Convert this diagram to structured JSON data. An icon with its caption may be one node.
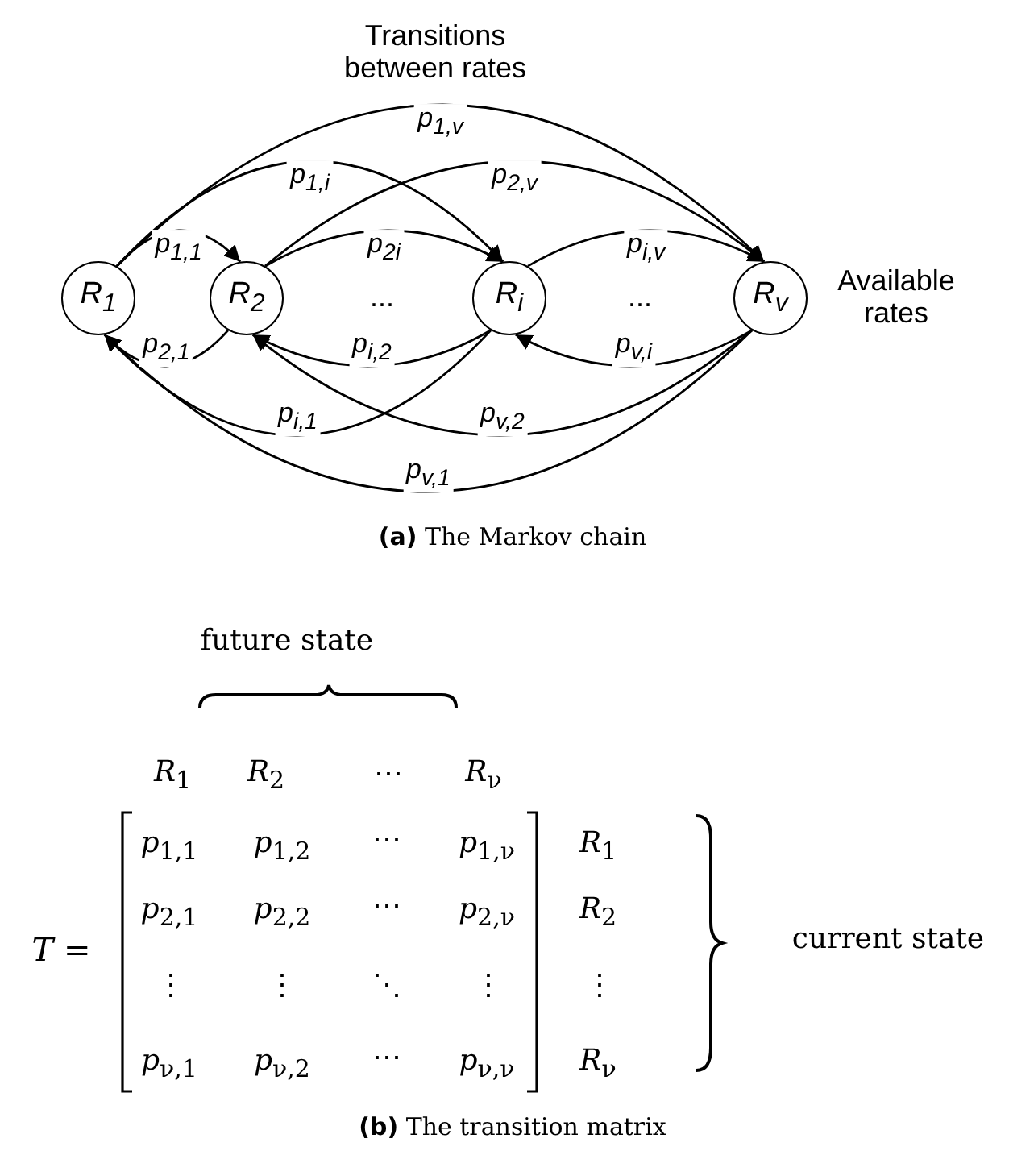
{
  "diagram": {
    "nodes": [
      {
        "text": [
          "R$_{1}$"
        ]
      },
      {
        "text": [
          "R$_{2}$"
        ]
      },
      {
        "text": [
          "R$_{i}$"
        ]
      },
      {
        "text": [
          "R$_{v}$"
        ]
      }
    ],
    "edges": [
      {
        "from": 0,
        "to": 1,
        "arrow": "to",
        "label": "p$_{1,1}$"
      },
      {
        "from": 0,
        "to": 2,
        "arrow": "to",
        "label": "p$_{1,i}$"
      },
      {
        "from": 0,
        "to": 3,
        "arrow": "to",
        "label": "p$_{1,v}$"
      },
      {
        "from": 1,
        "to": 2,
        "arrow": "to",
        "label": "p$_{2i}$"
      },
      {
        "from": 1,
        "to": 3,
        "arrow": "to",
        "label": "p$_{2,v}$"
      },
      {
        "from": 2,
        "to": 3,
        "arrow": "to",
        "label": "p$_{i,v}$"
      },
      {
        "from": 1,
        "to": 0,
        "arrow": "to",
        "label": "p$_{2,1}$"
      },
      {
        "from": 2,
        "to": 1,
        "arrow": "to",
        "label": "p$_{i,2}$"
      },
      {
        "from": 2,
        "to": 0,
        "arrow": "to",
        "label": "p$_{i,1}$"
      },
      {
        "from": 3,
        "to": 2,
        "arrow": "to",
        "label": "p$_{v,i}$"
      },
      {
        "from": 3,
        "to": 1,
        "arrow": "to",
        "label": "p$_{v,2}$"
      },
      {
        "from": 3,
        "to": 0,
        "arrow": "to",
        "label": "p$_{v,1}$"
      }
    ],
    "labels": [
      "Transitions between rates",
      "...",
      "...",
      "Available rates",
      "**(a)** The Markov chain",
      "future state",
      "*R*$_{1}$",
      "*R*$_{2}$",
      "⋯",
      "*R*$_{ν}$",
      "*p*$_{1,1}$",
      "*p*$_{1,2}$",
      "⋯",
      "*p*$_{1,ν}$",
      "*R*$_{1}$",
      "*T* =",
      "*p*$_{2,1}$",
      "*p*$_{2,2}$",
      "⋯",
      "*p*$_{2,ν}$",
      "*R*$_{2}$",
      "⋮",
      "⋮",
      "⋱",
      "⋮",
      "⋮",
      "*p*$_{ν,1}$",
      "*p*$_{ν,2}$",
      "⋯",
      "*p*$_{ν,ν}$",
      "*R*$_{ν}$",
      "current state",
      "**(b)** The transition matrix"
    ]
  }
}
